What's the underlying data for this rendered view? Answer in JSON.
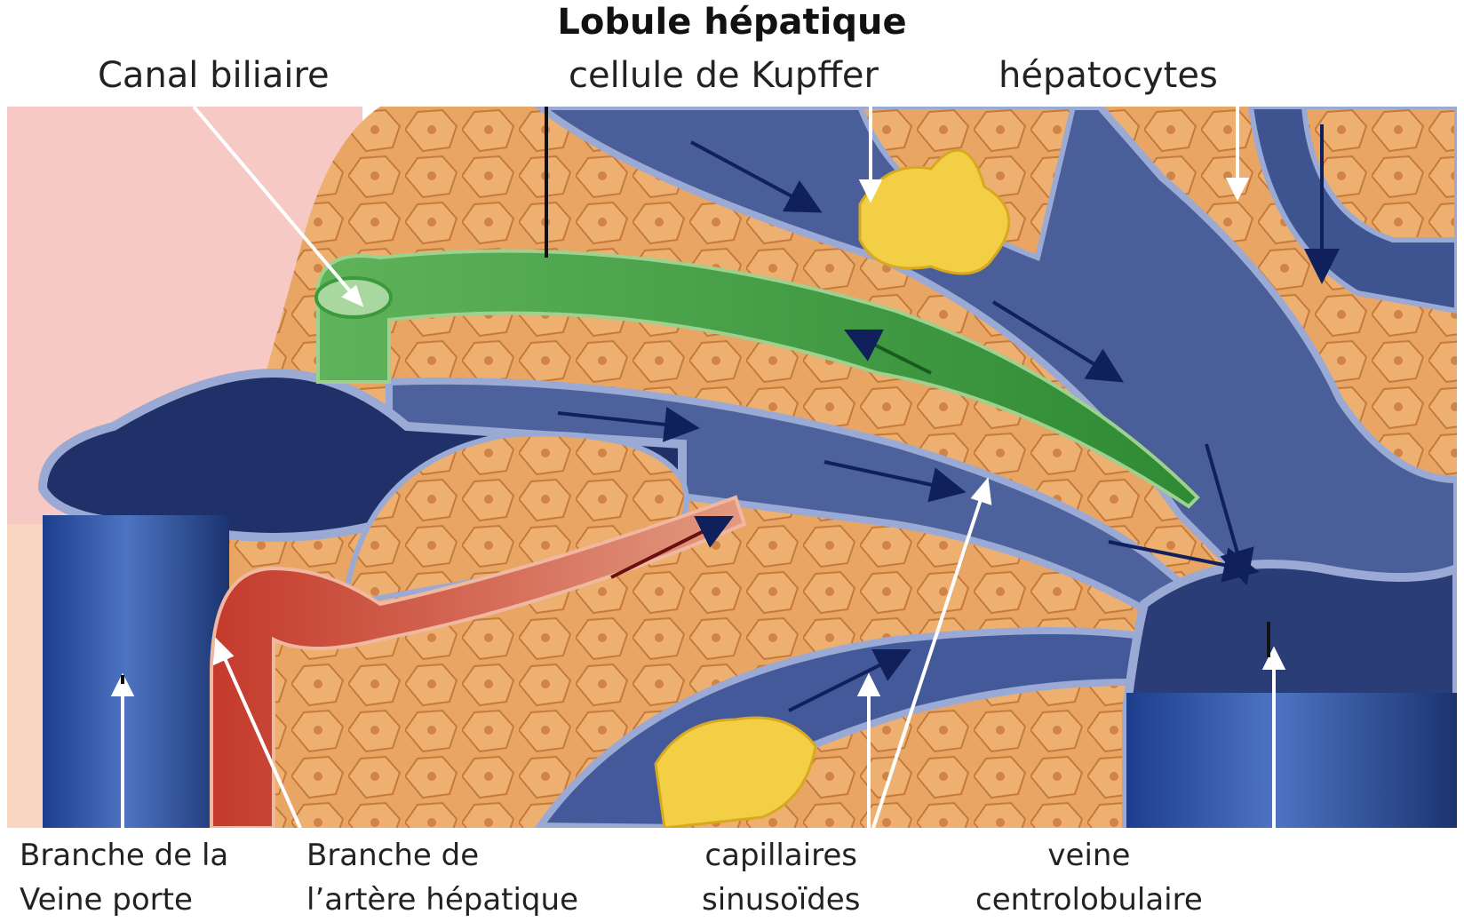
{
  "title": "Lobule hépatique",
  "labels": {
    "canal_biliaire": "Canal biliaire",
    "kupffer": "cellule de Kupffer",
    "hepatocytes": "hépatocytes",
    "veine_porte_line1": "Branche de la",
    "veine_porte_line2": "Veine porte",
    "artere_line1": "Branche de",
    "artere_line2": "l’artère hépatique",
    "capillaires_line1": "capillaires",
    "capillaires_line2": "sinusoïdes",
    "centro_line1": "veine",
    "centro_line2": "centrolobulaire"
  },
  "colors": {
    "hepatocyte": "#e9a564",
    "hepatocyte_edge": "#c67a3a",
    "vessel_blue": "#2a3f7a",
    "vessel_light": "#8a9bc6",
    "bile_duct": "#3c9a3c",
    "artery": "#b8342a",
    "kupffer": "#f2cf45",
    "background_pink": "#f6c9c4"
  }
}
